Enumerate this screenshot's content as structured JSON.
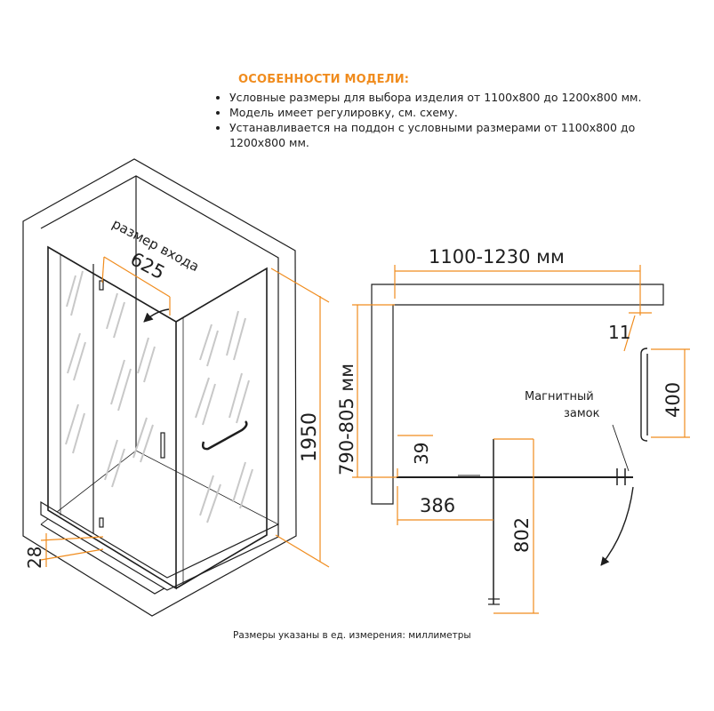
{
  "features": {
    "title": "ОСОБЕННОСТИ МОДЕЛИ:",
    "items": [
      "Условные размеры для выбора изделия от 1100x800 до 1200x800 мм.",
      "Модель имеет регулировку, см. схему.",
      "Устанавливается на поддон с условными размерами от 1100x800 до 1200x800 мм."
    ]
  },
  "isometric": {
    "entry_label": "размер входа",
    "entry_width": "625",
    "height": "1950",
    "tray_height": "28"
  },
  "plan": {
    "total_width": "1100-1230 мм",
    "depth": "790-805 мм",
    "gap": "11",
    "handle_offset": "400",
    "magnet_label_line1": "Магнитный",
    "magnet_label_line2": "замок",
    "profile": "39",
    "fixed_panel": "386",
    "door_width": "802"
  },
  "footnote": "Размеры указаны в ед. измерения: миллиметры",
  "colors": {
    "accent": "#f08c1e",
    "line": "#1e1e1e",
    "glass_streak": "#c8c8c8",
    "wall_fill": "#ffffff"
  }
}
